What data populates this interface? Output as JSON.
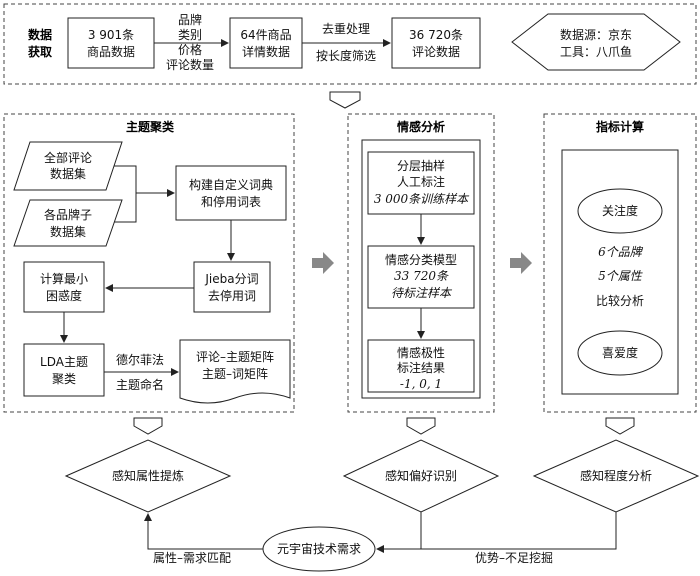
{
  "acquisition": {
    "title_line1": "数据",
    "title_line2": "获取",
    "box1": [
      "3 901条",
      "商品数据"
    ],
    "attrs": [
      "品牌",
      "类别",
      "价格",
      "评论数量"
    ],
    "box2": [
      "64件商品",
      "详情数据"
    ],
    "process": [
      "去重处理",
      "按长度筛选"
    ],
    "box3": [
      "36 720条",
      "评论数据"
    ],
    "source": [
      "数据源：京东",
      "工具：八爪鱼"
    ]
  },
  "topic": {
    "title": "主题聚类",
    "all_reviews": [
      "全部评论",
      "数据集"
    ],
    "brand_reviews": [
      "各品牌子",
      "数据集"
    ],
    "dict": [
      "构建自定义词典",
      "和停用词表"
    ],
    "jieba": [
      "Jieba分词",
      "去停用词"
    ],
    "perplexity": [
      "计算最小",
      "困惑度"
    ],
    "lda": [
      "LDA主题",
      "聚类"
    ],
    "delphi": [
      "德尔菲法",
      "主题命名"
    ],
    "matrix": [
      "评论–主题矩阵",
      "主题–词矩阵"
    ]
  },
  "sentiment": {
    "title": "情感分析",
    "sample": [
      "分层抽样",
      "人工标注",
      "3 000条训练样本"
    ],
    "model": [
      "情感分类模型",
      "33 720条",
      "待标注样本"
    ],
    "result": [
      "情感极性",
      "标注结果",
      "-1, 0, 1"
    ]
  },
  "indicator": {
    "title": "指标计算",
    "attention": "关注度",
    "brands": "6个品牌",
    "attributes": "5个属性",
    "compare": "比较分析",
    "preference": "喜爱度"
  },
  "perception": {
    "attr": "感知属性提炼",
    "pref": "感知偏好识别",
    "degree": "感知程度分析"
  },
  "demand": {
    "center": "元宇宙技术需求",
    "left_label": "属性–需求匹配",
    "right_label": "优势–不足挖掘"
  }
}
